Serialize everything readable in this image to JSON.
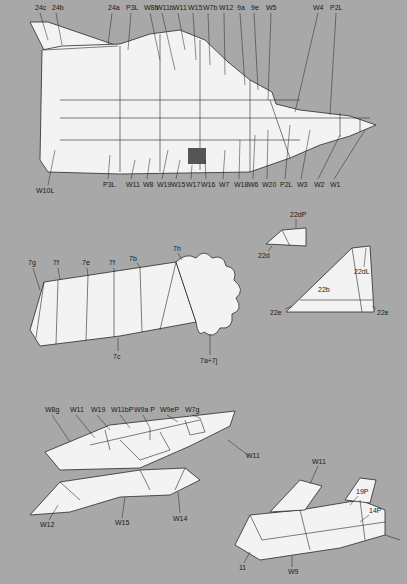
{
  "diagram": {
    "labels": [
      "24c",
      "24b",
      "24a",
      "P3L",
      "W8b",
      "W11b",
      "W11",
      "W15",
      "W7b",
      "W12",
      "9a",
      "9e",
      "W5",
      "W4",
      "P2L",
      "W10L",
      "P3L",
      "W11",
      "W8",
      "W19",
      "W15",
      "W17",
      "W16",
      "W7",
      "W18",
      "W6",
      "W20",
      "P2L",
      "W3",
      "W2",
      "W1",
      "22dP",
      "22d",
      "22dL",
      "22b",
      "22e",
      "22e",
      "7h",
      "7g",
      "7f",
      "7e",
      "7f",
      "7b",
      "7c",
      "7a+7j",
      "W8g",
      "W11",
      "W19",
      "W11bP",
      "W9a P",
      "W9eP",
      "W7g",
      "W11",
      "W12",
      "W15",
      "W14",
      "W11",
      "19P",
      "14P",
      "11",
      "W9"
    ]
  }
}
